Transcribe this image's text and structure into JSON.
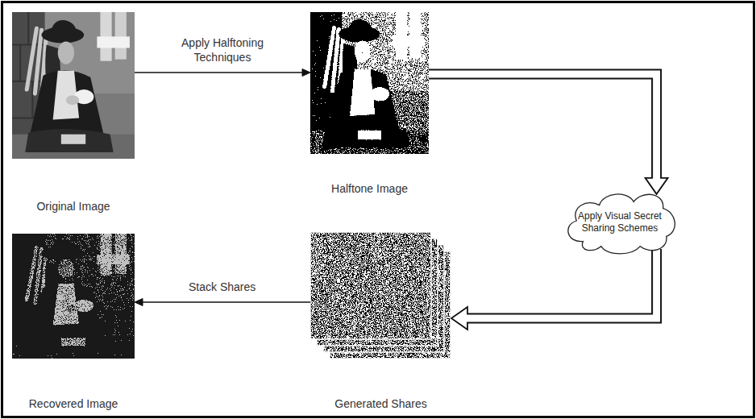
{
  "diagram": {
    "nodes": [
      {
        "text": [
          "Original Image"
        ]
      },
      {
        "text": [
          "Halftone Image"
        ]
      },
      {
        "text": [
          "Apply Visual Secret Sharing Schemes"
        ]
      },
      {
        "text": [
          "Generated Shares"
        ]
      },
      {
        "text": [
          "Recovered Image"
        ]
      }
    ],
    "edges": [
      {
        "from": 0,
        "to": 1,
        "arrow": "to",
        "label": "Apply Halftoning Techniques"
      },
      {
        "from": 1,
        "to": 2,
        "arrow": "to"
      },
      {
        "from": 2,
        "to": 3,
        "arrow": "to"
      },
      {
        "from": 3,
        "to": 4,
        "arrow": "to",
        "label": "Stack Shares"
      }
    ]
  }
}
